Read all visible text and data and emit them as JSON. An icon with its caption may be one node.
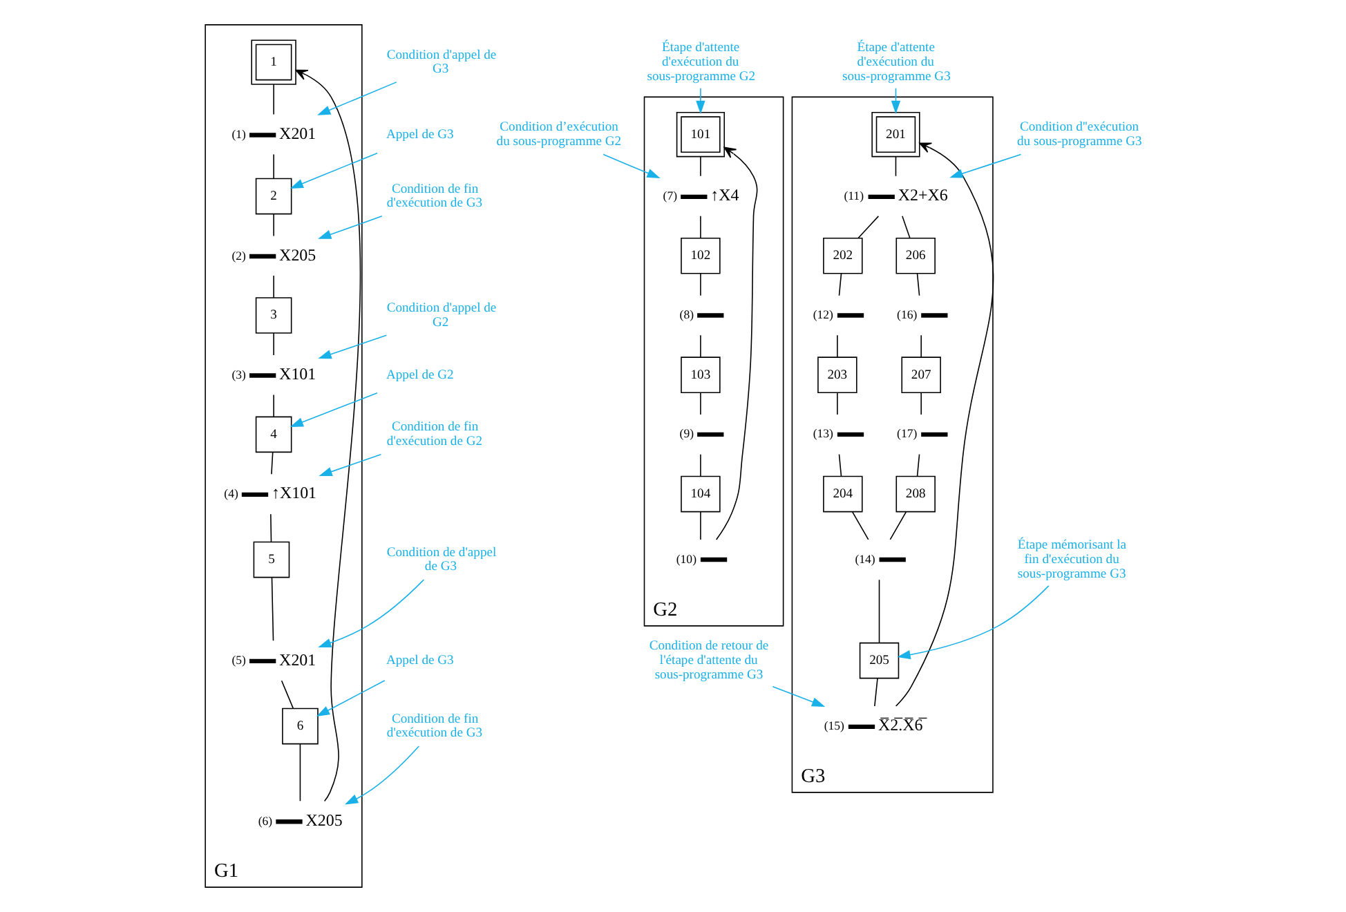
{
  "diagram": {
    "nodes": [
      {
        "text": [
          "G1"
        ]
      },
      {
        "text": [
          "1"
        ],
        "in": 0
      },
      {
        "text": [
          "(1)",
          "X201"
        ],
        "in": 0
      },
      {
        "text": [
          "2"
        ],
        "in": 0
      },
      {
        "text": [
          "(2)",
          "X205"
        ],
        "in": 0
      },
      {
        "text": [
          "3"
        ],
        "in": 0
      },
      {
        "text": [
          "(3)",
          "X101"
        ],
        "in": 0
      },
      {
        "text": [
          "4"
        ],
        "in": 0
      },
      {
        "text": [
          "(4)",
          "↑X101"
        ],
        "in": 0
      },
      {
        "text": [
          "5"
        ],
        "in": 0
      },
      {
        "text": [
          "(5)",
          "X201"
        ],
        "in": 0
      },
      {
        "text": [
          "6"
        ],
        "in": 0
      },
      {
        "text": [
          "(6)",
          "X205"
        ],
        "in": 0
      },
      {
        "text": [
          "G2"
        ]
      },
      {
        "text": [
          "101"
        ],
        "in": 13
      },
      {
        "text": [
          "(7)",
          "↑X4"
        ],
        "in": 13
      },
      {
        "text": [
          "102"
        ],
        "in": 13
      },
      {
        "text": [
          "(8)"
        ],
        "in": 13
      },
      {
        "text": [
          "103"
        ],
        "in": 13
      },
      {
        "text": [
          "(9)"
        ],
        "in": 13
      },
      {
        "text": [
          "104"
        ],
        "in": 13
      },
      {
        "text": [
          "(10)"
        ],
        "in": 13
      },
      {
        "text": [
          "G3"
        ]
      },
      {
        "text": [
          "201"
        ],
        "in": 22
      },
      {
        "text": [
          "(11)",
          "X2+X6"
        ],
        "in": 22
      },
      {
        "text": [
          "202"
        ],
        "in": 22
      },
      {
        "text": [
          "(12)"
        ],
        "in": 22
      },
      {
        "text": [
          "203"
        ],
        "in": 22
      },
      {
        "text": [
          "(13)"
        ],
        "in": 22
      },
      {
        "text": [
          "204"
        ],
        "in": 22
      },
      {
        "text": [
          "206"
        ],
        "in": 22
      },
      {
        "text": [
          "(16)"
        ],
        "in": 22
      },
      {
        "text": [
          "207"
        ],
        "in": 22
      },
      {
        "text": [
          "(17)"
        ],
        "in": 22
      },
      {
        "text": [
          "208"
        ],
        "in": 22
      },
      {
        "text": [
          "(14)"
        ],
        "in": 22
      },
      {
        "text": [
          "205"
        ],
        "in": 22
      },
      {
        "text": [
          "(15)",
          "X̅2̅.X̅6̅"
        ],
        "in": 22
      },
      {
        "text": [
          "Condition d'appel de G3"
        ]
      },
      {
        "text": [
          "Appel de G3"
        ]
      },
      {
        "text": [
          "Condition de fin d'exécution de G3"
        ]
      },
      {
        "text": [
          "Condition d'appel de G2"
        ]
      },
      {
        "text": [
          "Appel de G2"
        ]
      },
      {
        "text": [
          "Condition de fin d'exécution de G2"
        ]
      },
      {
        "text": [
          "Condition de d'appel de G3"
        ]
      },
      {
        "text": [
          "Appel de G3"
        ]
      },
      {
        "text": [
          "Condition de fin d'exécution de G3"
        ]
      },
      {
        "text": [
          "Étape d'attente d'exécution du sous-programme G2"
        ]
      },
      {
        "text": [
          "Condition d’exécution du sous-programme G2"
        ]
      },
      {
        "text": [
          "Étape d'attente d'exécution du sous-programme G3"
        ]
      },
      {
        "text": [
          "Condition d''exécution du sous-programme G3"
        ]
      },
      {
        "text": [
          "Étape mémorisant la fin d'exécution du sous-programme G3"
        ]
      },
      {
        "text": [
          "Condition de retour de l'étape d'attente du sous-programme G3"
        ]
      }
    ],
    "edges": [
      {
        "from": 1,
        "to": 2,
        "arrow": "none"
      },
      {
        "from": 2,
        "to": 3,
        "arrow": "none"
      },
      {
        "from": 3,
        "to": 4,
        "arrow": "none"
      },
      {
        "from": 4,
        "to": 5,
        "arrow": "none"
      },
      {
        "from": 5,
        "to": 6,
        "arrow": "none"
      },
      {
        "from": 6,
        "to": 7,
        "arrow": "none"
      },
      {
        "from": 7,
        "to": 8,
        "arrow": "none"
      },
      {
        "from": 8,
        "to": 9,
        "arrow": "none"
      },
      {
        "from": 9,
        "to": 10,
        "arrow": "none"
      },
      {
        "from": 10,
        "to": 11,
        "arrow": "none"
      },
      {
        "from": 11,
        "to": 12,
        "arrow": "none"
      },
      {
        "from": 12,
        "to": 1,
        "arrow": "to"
      },
      {
        "from": 14,
        "to": 15,
        "arrow": "none"
      },
      {
        "from": 15,
        "to": 16,
        "arrow": "none"
      },
      {
        "from": 16,
        "to": 17,
        "arrow": "none"
      },
      {
        "from": 17,
        "to": 18,
        "arrow": "none"
      },
      {
        "from": 18,
        "to": 19,
        "arrow": "none"
      },
      {
        "from": 19,
        "to": 20,
        "arrow": "none"
      },
      {
        "from": 20,
        "to": 21,
        "arrow": "none"
      },
      {
        "from": 21,
        "to": 14,
        "arrow": "to"
      },
      {
        "from": 23,
        "to": 24,
        "arrow": "none"
      },
      {
        "from": 24,
        "to": 25,
        "arrow": "none"
      },
      {
        "from": 24,
        "to": 30,
        "arrow": "none"
      },
      {
        "from": 25,
        "to": 26,
        "arrow": "none"
      },
      {
        "from": 26,
        "to": 27,
        "arrow": "none"
      },
      {
        "from": 27,
        "to": 28,
        "arrow": "none"
      },
      {
        "from": 28,
        "to": 29,
        "arrow": "none"
      },
      {
        "from": 30,
        "to": 31,
        "arrow": "none"
      },
      {
        "from": 31,
        "to": 32,
        "arrow": "none"
      },
      {
        "from": 32,
        "to": 33,
        "arrow": "none"
      },
      {
        "from": 33,
        "to": 34,
        "arrow": "none"
      },
      {
        "from": 29,
        "to": 35,
        "arrow": "none"
      },
      {
        "from": 34,
        "to": 35,
        "arrow": "none"
      },
      {
        "from": 35,
        "to": 36,
        "arrow": "none"
      },
      {
        "from": 36,
        "to": 37,
        "arrow": "none"
      },
      {
        "from": 37,
        "to": 23,
        "arrow": "to"
      },
      {
        "from": 38,
        "to": 2,
        "arrow": "to",
        "color": "#1ab0e8"
      },
      {
        "from": 39,
        "to": 3,
        "arrow": "to",
        "color": "#1ab0e8"
      },
      {
        "from": 40,
        "to": 4,
        "arrow": "to",
        "color": "#1ab0e8"
      },
      {
        "from": 41,
        "to": 6,
        "arrow": "to",
        "color": "#1ab0e8"
      },
      {
        "from": 42,
        "to": 7,
        "arrow": "to",
        "color": "#1ab0e8"
      },
      {
        "from": 43,
        "to": 8,
        "arrow": "to",
        "color": "#1ab0e8"
      },
      {
        "from": 44,
        "to": 10,
        "arrow": "to",
        "color": "#1ab0e8"
      },
      {
        "from": 45,
        "to": 11,
        "arrow": "to",
        "color": "#1ab0e8"
      },
      {
        "from": 46,
        "to": 12,
        "arrow": "to",
        "color": "#1ab0e8"
      },
      {
        "from": 47,
        "to": 14,
        "arrow": "to",
        "color": "#1ab0e8"
      },
      {
        "from": 48,
        "to": 15,
        "arrow": "to",
        "color": "#1ab0e8"
      },
      {
        "from": 49,
        "to": 23,
        "arrow": "to",
        "color": "#1ab0e8"
      },
      {
        "from": 50,
        "to": 24,
        "arrow": "to",
        "color": "#1ab0e8"
      },
      {
        "from": 51,
        "to": 36,
        "arrow": "to",
        "color": "#1ab0e8"
      },
      {
        "from": 52,
        "to": 37,
        "arrow": "to",
        "color": "#1ab0e8"
      }
    ]
  }
}
